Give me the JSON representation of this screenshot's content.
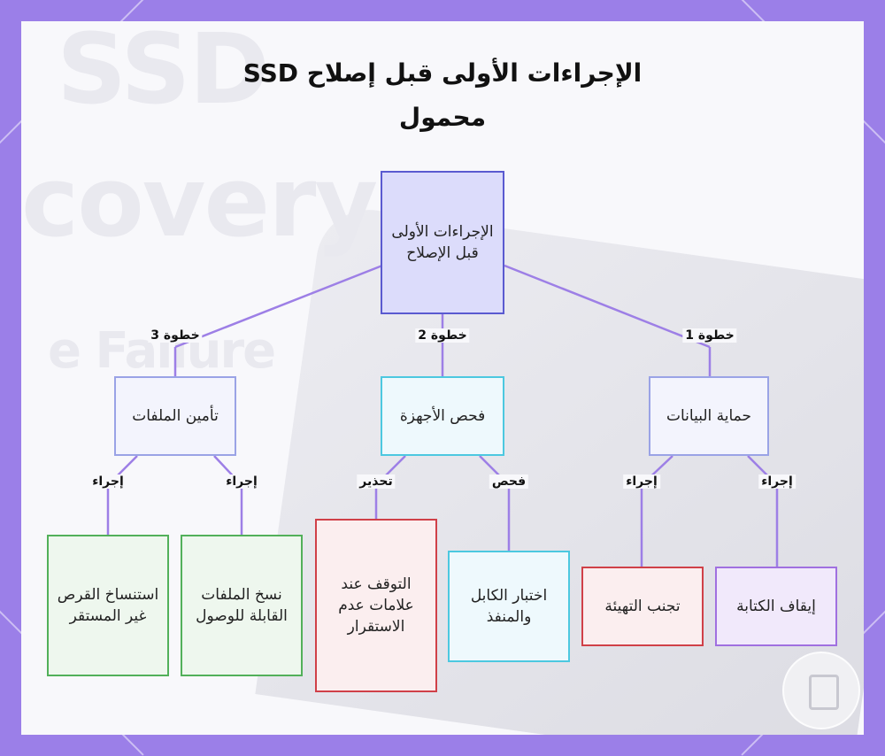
{
  "title": {
    "line1": "الإجراءات الأولى قبل إصلاح SSD",
    "line2": "محمول"
  },
  "background": {
    "word1": "SSD",
    "word2": "covery",
    "word3": "e Failure"
  },
  "root": {
    "label": "الإجراءات الأولى قبل الإصلاح"
  },
  "steps": [
    {
      "edge_label": "خطوة 1",
      "label": "حماية البيانات",
      "children": [
        {
          "edge_label": "إجراء",
          "label": "إيقاف الكتابة"
        },
        {
          "edge_label": "إجراء",
          "label": "تجنب التهيئة"
        }
      ]
    },
    {
      "edge_label": "خطوة 2",
      "label": "فحص الأجهزة",
      "children": [
        {
          "edge_label": "فحص",
          "label": "اختبار الكابل والمنفذ"
        },
        {
          "edge_label": "تحذير",
          "label": "التوقف عند علامات عدم الاستقرار"
        }
      ]
    },
    {
      "edge_label": "خطوة 3",
      "label": "تأمين الملفات",
      "children": [
        {
          "edge_label": "إجراء",
          "label": "نسخ الملفات القابلة للوصول"
        },
        {
          "edge_label": "إجراء",
          "label": "استنساخ القرص غير المستقر"
        }
      ]
    }
  ],
  "colors": {
    "line": "#9d7fe6",
    "root_border": "#5a5ad0",
    "green": "#52b05a",
    "red": "#d04048",
    "cyan": "#4cc8e0",
    "purple": "#a070e0"
  }
}
